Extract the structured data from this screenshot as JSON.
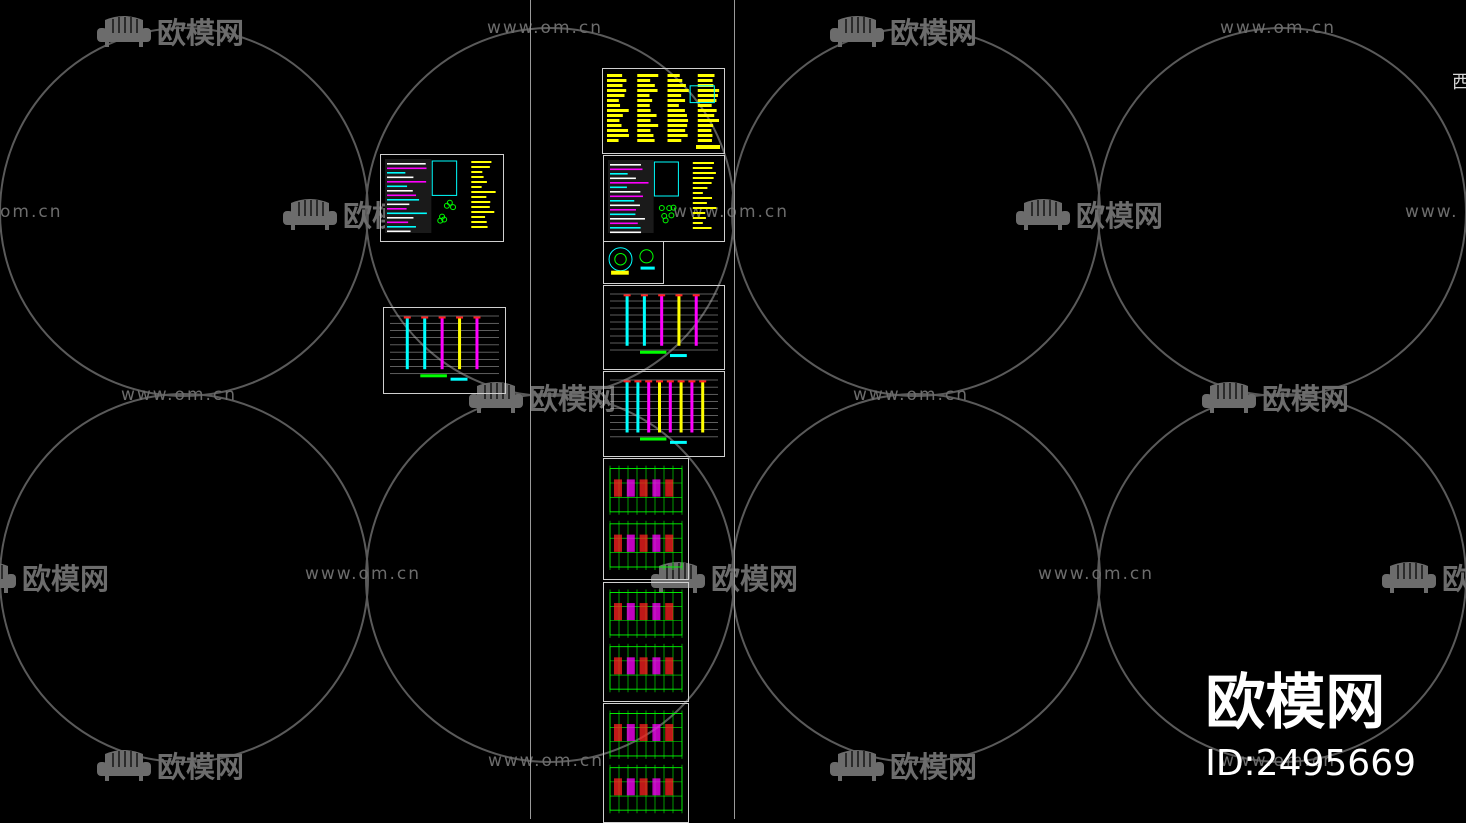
{
  "watermark": {
    "brand_text": "欧模网",
    "url_text": "www.om.cn",
    "url_partial_left": "om.cn",
    "url_partial_right": "www."
  },
  "brand": {
    "name": "欧模网",
    "id_label": "ID:2495669"
  },
  "corner_char": "西",
  "sheets": [
    {
      "name": "sheet-notes-left",
      "style": "notes"
    },
    {
      "name": "sheet-riser-left",
      "style": "riser"
    },
    {
      "name": "sheet-notes-yellow",
      "style": "yellow-text"
    },
    {
      "name": "sheet-notes-1",
      "style": "notes"
    },
    {
      "name": "sheet-details-small",
      "style": "details"
    },
    {
      "name": "sheet-riser-1",
      "style": "riser"
    },
    {
      "name": "sheet-riser-2",
      "style": "riser-dense"
    },
    {
      "name": "sheet-floor-plan-1",
      "style": "plan"
    },
    {
      "name": "sheet-floor-plan-2",
      "style": "plan"
    },
    {
      "name": "sheet-floor-plan-3",
      "style": "plan"
    }
  ],
  "colors": {
    "background": "#000000",
    "watermark": "#6c6c6c",
    "frame": "#d0d0d0",
    "yellow": "#ffff00",
    "green": "#00ff00",
    "cyan": "#00ffff",
    "magenta": "#ff00ff",
    "red": "#ff2020"
  }
}
